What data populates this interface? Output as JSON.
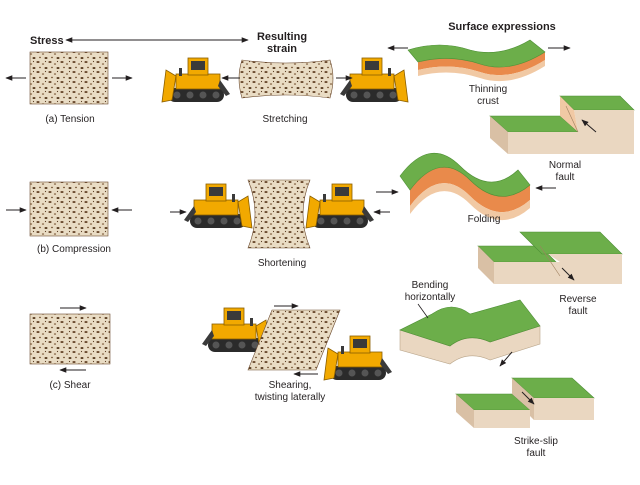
{
  "headers": {
    "stress": "Stress",
    "strain_line1": "Resulting",
    "strain_line2": "strain",
    "surface": "Surface expressions"
  },
  "rows": [
    {
      "stress": "(a) Tension",
      "strain": "Stretching"
    },
    {
      "stress": "(b) Compression",
      "strain": "Shortening"
    },
    {
      "stress": "(c) Shear",
      "strain_line1": "Shearing,",
      "strain_line2": "twisting laterally"
    }
  ],
  "surface_labels": {
    "thinning_line1": "Thinning",
    "thinning_line2": "crust",
    "normal_line1": "Normal",
    "normal_line2": "fault",
    "folding": "Folding",
    "reverse_line1": "Reverse",
    "reverse_line2": "fault",
    "bending_line1": "Bending",
    "bending_line2": "horizontally",
    "strikeslip_line1": "Strike-slip",
    "strikeslip_line2": "fault"
  },
  "colors": {
    "rock_fill": "#e9dcc4",
    "rock_speck": "#6b4a2e",
    "grass": "#6cae4a",
    "grass_dark": "#4d8f35",
    "layer_orange": "#e98a4b",
    "layer_tan": "#f1c9a4",
    "block_side": "#ead7c1",
    "bulldozer": "#f2a900",
    "tread": "#2b2b2b"
  }
}
